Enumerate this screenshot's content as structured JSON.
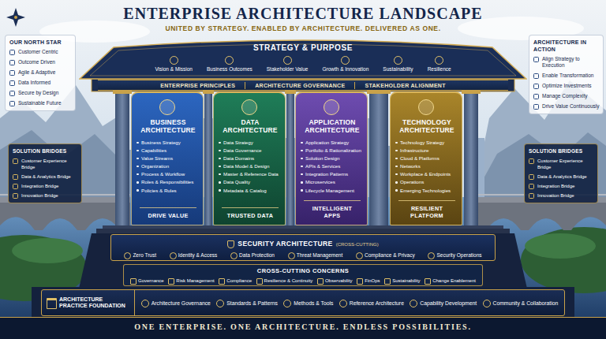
{
  "diagram": {
    "title": "ENTERPRISE ARCHITECTURE LANDSCAPE",
    "caption": "ONE ENTERPRISE. ONE ARCHITECTURE. ENDLESS POSSIBILITIES.",
    "nodes": [
      {
        "text": [
          "OUR NORTH STAR",
          "Customer Centric",
          "Outcome Driven",
          "Agile & Adaptive",
          "Data Informed",
          "Secure by Design",
          "Sustainable Future"
        ]
      },
      {
        "text": [
          "ARCHITECTURE IN ACTION",
          "Align Strategy to Execution",
          "Enable Transformation",
          "Optimize Investments",
          "Manage Complexity",
          "Drive Value Continuously"
        ]
      },
      {
        "text": [
          "SOLUTION BRIDGES",
          "Customer Experience Bridge",
          "Data & Analytics Bridge",
          "Integration Bridge",
          "Innovation Bridge"
        ]
      },
      {
        "text": [
          "SOLUTION BRIDGES",
          "Customer Experience Bridge",
          "Data & Analytics Bridge",
          "Integration Bridge",
          "Innovation Bridge"
        ]
      },
      {
        "text": [
          "STRATEGY & PURPOSE",
          "Vision & Mission",
          "Business Outcomes",
          "Stakeholder Value",
          "Growth & Innovation",
          "Sustainability",
          "Resilience"
        ]
      },
      {
        "text": [
          "ENTERPRISE PRINCIPLES",
          "ARCHITECTURE GOVERNANCE",
          "STAKEHOLDER ALIGNMENT"
        ]
      },
      {
        "text": [
          "BUSINESS ARCHITECTURE",
          "Business Strategy",
          "Capabilities",
          "Value Streams",
          "Organization",
          "Process & Workflow",
          "Roles & Responsibilities",
          "Policies & Rules",
          "DRIVE VALUE"
        ]
      },
      {
        "text": [
          "DATA ARCHITECTURE",
          "Data Strategy",
          "Data Governance",
          "Data Domains",
          "Data Model & Design",
          "Master & Reference Data",
          "Data Quality",
          "Metadata & Catalog",
          "TRUSTED DATA"
        ]
      },
      {
        "text": [
          "APPLICATION ARCHITECTURE",
          "Application Strategy",
          "Portfolio & Rationalization",
          "Solution Design",
          "APIs & Services",
          "Integration Patterns",
          "Microservices",
          "Lifecycle Management",
          "INTELLIGENT APPS"
        ]
      },
      {
        "text": [
          "TECHNOLOGY ARCHITECTURE",
          "Technology Strategy",
          "Infrastructure",
          "Cloud & Platforms",
          "Networks",
          "Workplace & Endpoints",
          "Operations",
          "Emerging Technologies",
          "RESILIENT PLATFORM"
        ]
      },
      {
        "text": [
          "SECURITY ARCHITECTURE",
          "(CROSS-CUTTING)",
          "Zero Trust",
          "Identity & Access",
          "Data Protection",
          "Threat Management",
          "Compliance & Privacy",
          "Security Operations"
        ]
      },
      {
        "text": [
          "CROSS-CUTTING CONCERNS",
          "Governance",
          "Risk Management",
          "Compliance",
          "Resilience & Continuity",
          "Observability",
          "FinOps",
          "Sustainability",
          "Change Enablement"
        ]
      },
      {
        "text": [
          "ARCHITECTURE PRACTICE FOUNDATION",
          "Architecture Governance",
          "Standards & Patterns",
          "Methods & Tools",
          "Reference Architecture",
          "Capability Development",
          "Community & Collaboration"
        ]
      }
    ],
    "labels": [
      "UNITED BY STRATEGY. ENABLED BY ARCHITECTURE. DELIVERED AS ONE."
    ]
  }
}
